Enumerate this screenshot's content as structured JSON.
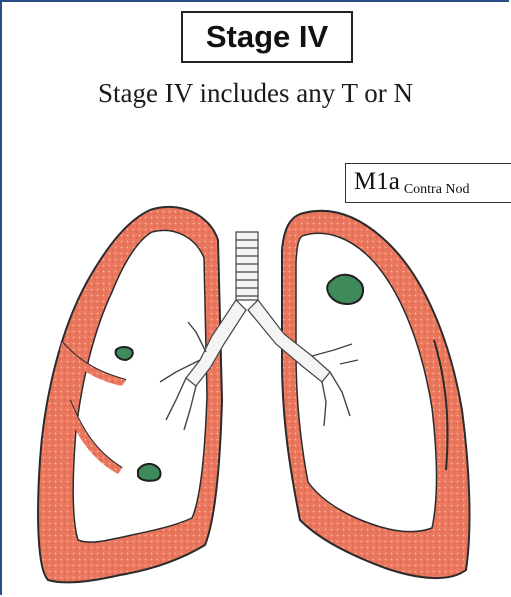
{
  "title": "Stage IV",
  "subtitle": "Stage IV includes any T or N",
  "badge": {
    "main": "M1a",
    "sub": "Contra Nod"
  },
  "colors": {
    "frame": "#2a4f86",
    "pleura": "#e9785f",
    "nodule": "#3f8a5a",
    "outline": "#2b2b2b"
  },
  "icons": {
    "left_lung": "lung-illustration",
    "right_lung": "lung-illustration",
    "airway": "trachea-bronchi-illustration",
    "nodules": "tumor-nodule-illustration"
  }
}
